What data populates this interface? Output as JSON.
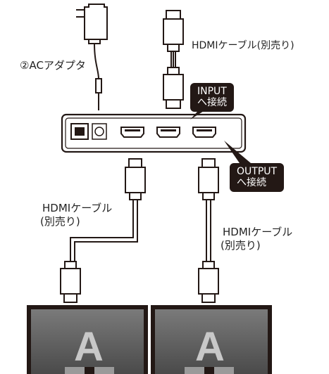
{
  "labels": {
    "ac_adapter": "②ACアダプタ",
    "hdmi_top": "HDMIケーブル(別売り)",
    "hdmi_left_1": "HDMIケーブル",
    "hdmi_left_2": "(別売り)",
    "hdmi_right_1": "HDMIケーブル",
    "hdmi_right_2": "(別売り)"
  },
  "callouts": {
    "input_1": "INPUT",
    "input_2": "へ接続",
    "output_1": "OUTPUT",
    "output_2": "へ接続"
  },
  "monitors": {
    "left_letter": "A",
    "right_letter": "A"
  },
  "colors": {
    "callout_bg": "#231815",
    "line": "#231815",
    "monitor_screen": "#5a5a5a",
    "letter": "#c8c8c8"
  }
}
